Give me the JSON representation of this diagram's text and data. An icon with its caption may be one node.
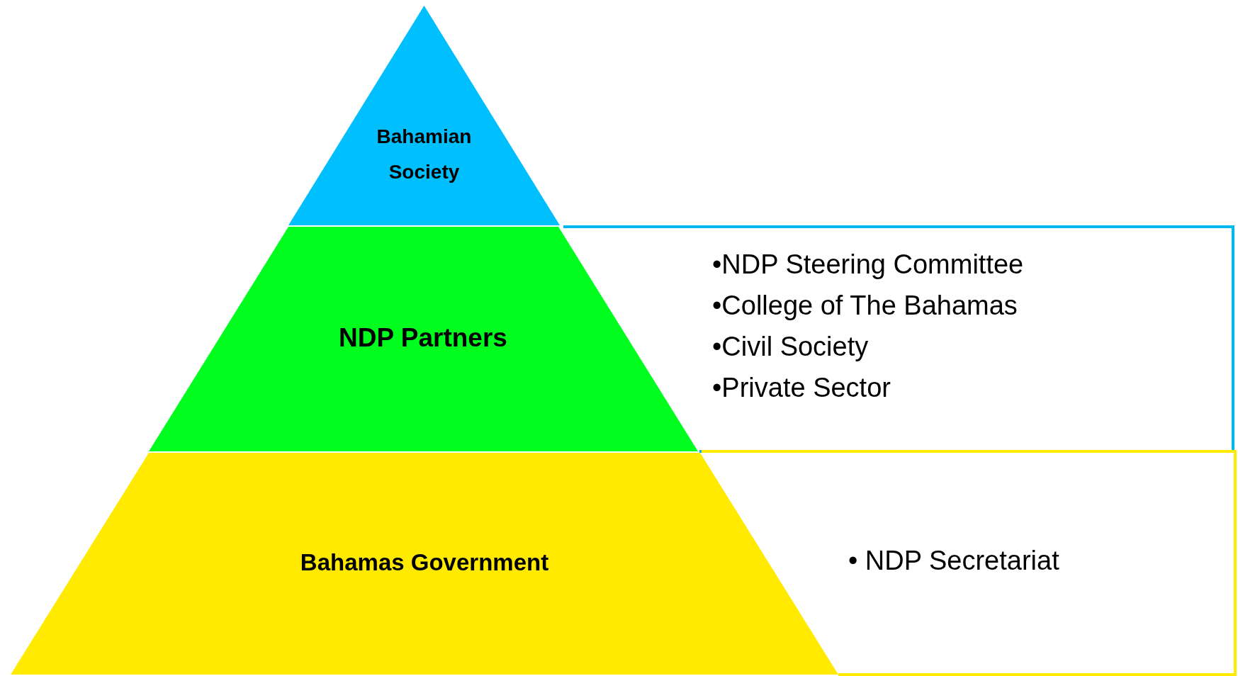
{
  "diagram": {
    "nodes": [
      {
        "text": [
          "Bahamian Society"
        ]
      },
      {
        "text": [
          "NDP Partners"
        ]
      },
      {
        "text": [
          "Bahamas Government"
        ]
      },
      {
        "text": [
          "•NDP Steering Committee",
          "•College of The Bahamas",
          "•Civil Society",
          "•Private Sector"
        ]
      },
      {
        "text": [
          "• NDP Secretariat"
        ]
      }
    ]
  }
}
